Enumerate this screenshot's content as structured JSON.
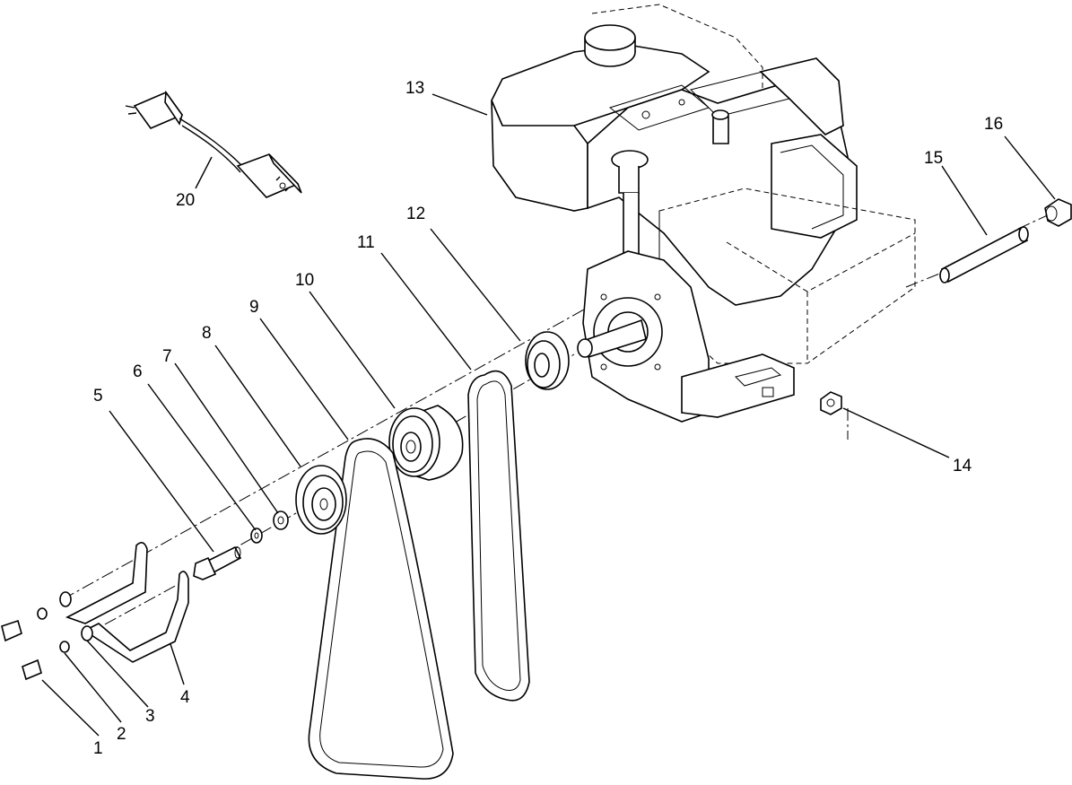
{
  "callouts": {
    "c1": "1",
    "c2": "2",
    "c3": "3",
    "c4": "4",
    "c5": "5",
    "c6": "6",
    "c7": "7",
    "c8": "8",
    "c9": "9",
    "c10": "10",
    "c11": "11",
    "c12": "12",
    "c13": "13",
    "c14": "14",
    "c15": "15",
    "c16": "16",
    "c20": "20"
  }
}
